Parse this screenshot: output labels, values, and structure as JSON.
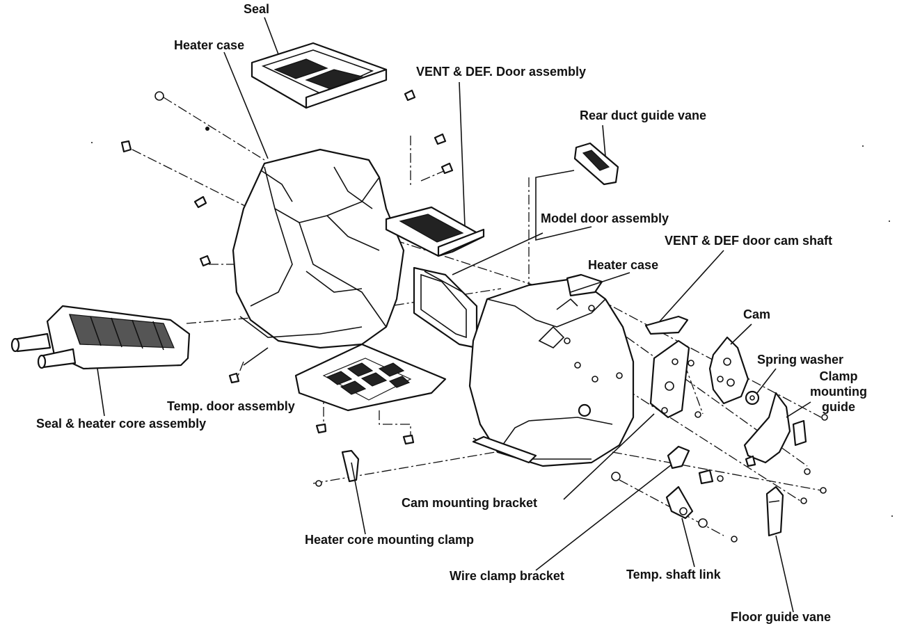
{
  "labels": {
    "seal": "Seal",
    "heater_case_top": "Heater case",
    "vent_def_door_assembly": "VENT & DEF. Door assembly",
    "rear_duct_guide_vane": "Rear duct guide vane",
    "model_door_assembly": "Model door assembly",
    "vent_def_door_cam_shaft": "VENT & DEF door cam shaft",
    "heater_case_right": "Heater case",
    "cam": "Cam",
    "spring_washer": "Spring washer",
    "clamp_mounting_guide": "Clamp mounting guide",
    "temp_door_assembly": "Temp. door assembly",
    "seal_heater_core_assembly": "Seal & heater core assembly",
    "cam_mounting_bracket": "Cam mounting bracket",
    "heater_core_mounting_clamp": "Heater core mounting clamp",
    "wire_clamp_bracket": "Wire clamp bracket",
    "temp_shaft_link": "Temp. shaft link",
    "floor_guide_vane": "Floor guide vane"
  }
}
